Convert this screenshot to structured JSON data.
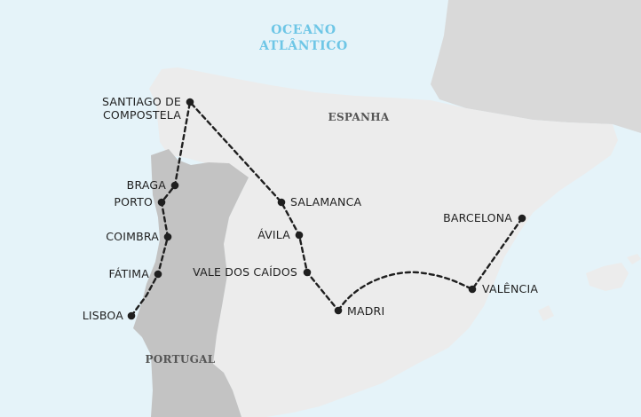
{
  "ocean": {
    "line1": "OCEANO",
    "line2": "ATLÂNTICO"
  },
  "countries": {
    "spain": "ESPANHA",
    "portugal": "PORTUGAL"
  },
  "cities": {
    "santiago_line1": "SANTIAGO DE",
    "santiago_line2": "COMPOSTELA",
    "braga": "BRAGA",
    "porto": "PORTO",
    "coimbra": "COIMBRA",
    "fatima": "FÁTIMA",
    "lisboa": "LISBOA",
    "salamanca": "SALAMANCA",
    "avila": "ÁVILA",
    "vale_dos_caidos": "VALE DOS CAÍDOS",
    "madri": "MADRI",
    "valencia": "VALÊNCIA",
    "barcelona": "BARCELONA"
  },
  "colors": {
    "sea": "#e5f3f9",
    "spain": "#ececec",
    "france": "#d9d9d9",
    "portugal": "#c3c3c3",
    "route": "#1f1f1f",
    "ocean_text": "#6ec6e6"
  }
}
